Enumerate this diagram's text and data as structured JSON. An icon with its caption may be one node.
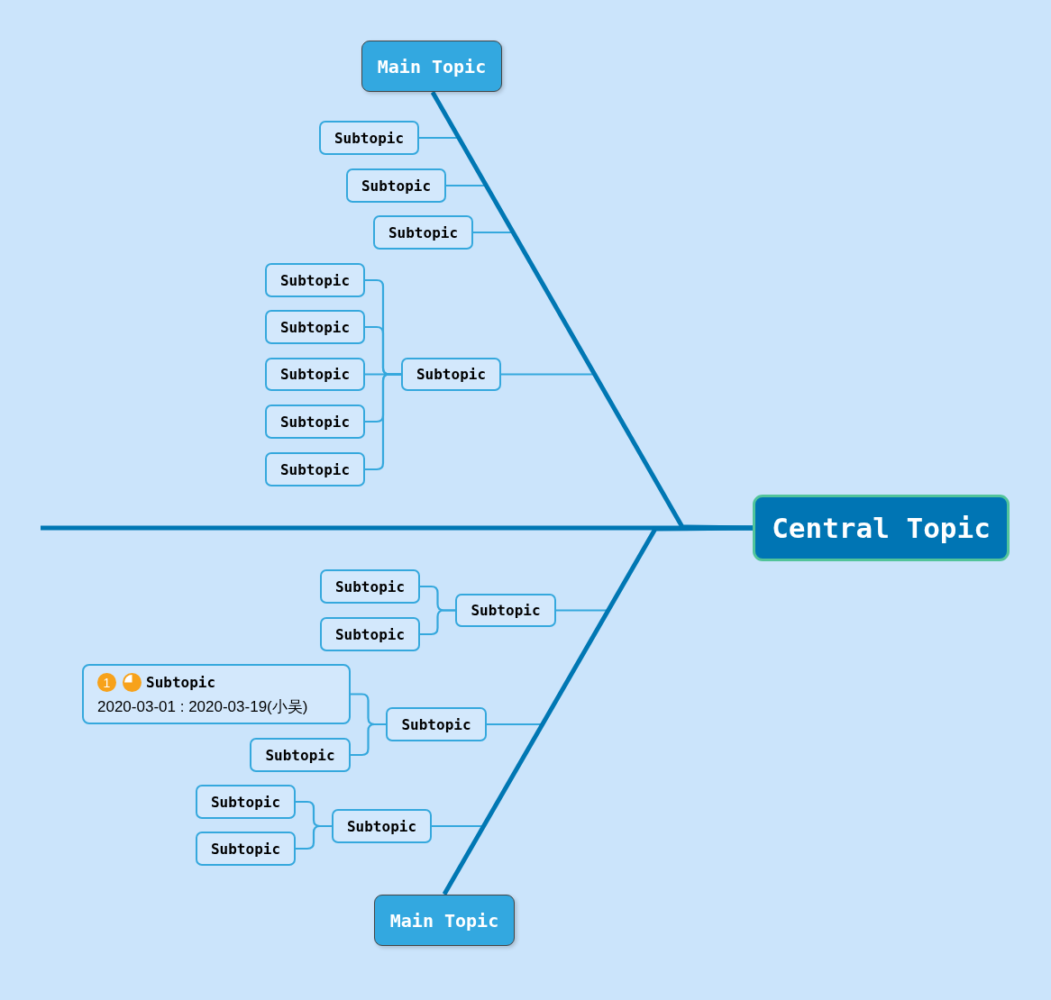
{
  "diagram": {
    "nodes": [
      {
        "text": [
          "Central Topic"
        ]
      },
      {
        "text": [
          "Main Topic"
        ]
      },
      {
        "text": [
          "Subtopic"
        ]
      },
      {
        "text": [
          "Subtopic"
        ]
      },
      {
        "text": [
          "Subtopic"
        ]
      },
      {
        "text": [
          "Subtopic"
        ]
      },
      {
        "text": [
          "Subtopic"
        ]
      },
      {
        "text": [
          "Subtopic"
        ]
      },
      {
        "text": [
          "Subtopic"
        ]
      },
      {
        "text": [
          "Subtopic"
        ]
      },
      {
        "text": [
          "Subtopic"
        ]
      },
      {
        "text": [
          "Main Topic"
        ]
      },
      {
        "text": [
          "Subtopic"
        ]
      },
      {
        "text": [
          "Subtopic"
        ]
      },
      {
        "text": [
          "Subtopic"
        ]
      },
      {
        "text": [
          "Subtopic"
        ]
      },
      {
        "text": [
          "1",
          "Subtopic",
          "2020-03-01 : 2020-03-19(小吴)"
        ]
      },
      {
        "text": [
          "Subtopic"
        ]
      },
      {
        "text": [
          "Subtopic"
        ]
      },
      {
        "text": [
          "Subtopic"
        ]
      },
      {
        "text": [
          "Subtopic"
        ]
      }
    ],
    "edges": [
      {
        "from": null,
        "to": 0,
        "arrow": "none",
        "style": "thick",
        "color": "#0077b3"
      },
      {
        "from": 1,
        "to": 0,
        "arrow": "none",
        "style": "thick",
        "color": "#0077b3"
      },
      {
        "from": 2,
        "to": 1,
        "arrow": "none"
      },
      {
        "from": 3,
        "to": 1,
        "arrow": "none"
      },
      {
        "from": 4,
        "to": 1,
        "arrow": "none"
      },
      {
        "from": 5,
        "to": 1,
        "arrow": "none"
      },
      {
        "from": 6,
        "to": 5,
        "arrow": "none"
      },
      {
        "from": 7,
        "to": 5,
        "arrow": "none"
      },
      {
        "from": 8,
        "to": 5,
        "arrow": "none"
      },
      {
        "from": 9,
        "to": 5,
        "arrow": "none"
      },
      {
        "from": 10,
        "to": 5,
        "arrow": "none"
      },
      {
        "from": 11,
        "to": 0,
        "arrow": "none",
        "style": "thick",
        "color": "#0077b3"
      },
      {
        "from": 12,
        "to": 11,
        "arrow": "none"
      },
      {
        "from": 13,
        "to": 12,
        "arrow": "none"
      },
      {
        "from": 14,
        "to": 12,
        "arrow": "none"
      },
      {
        "from": 15,
        "to": 11,
        "arrow": "none"
      },
      {
        "from": 16,
        "to": 15,
        "arrow": "none"
      },
      {
        "from": 17,
        "to": 15,
        "arrow": "none"
      },
      {
        "from": 18,
        "to": 11,
        "arrow": "none"
      },
      {
        "from": 19,
        "to": 18,
        "arrow": "none"
      },
      {
        "from": 20,
        "to": 18,
        "arrow": "none"
      }
    ]
  }
}
